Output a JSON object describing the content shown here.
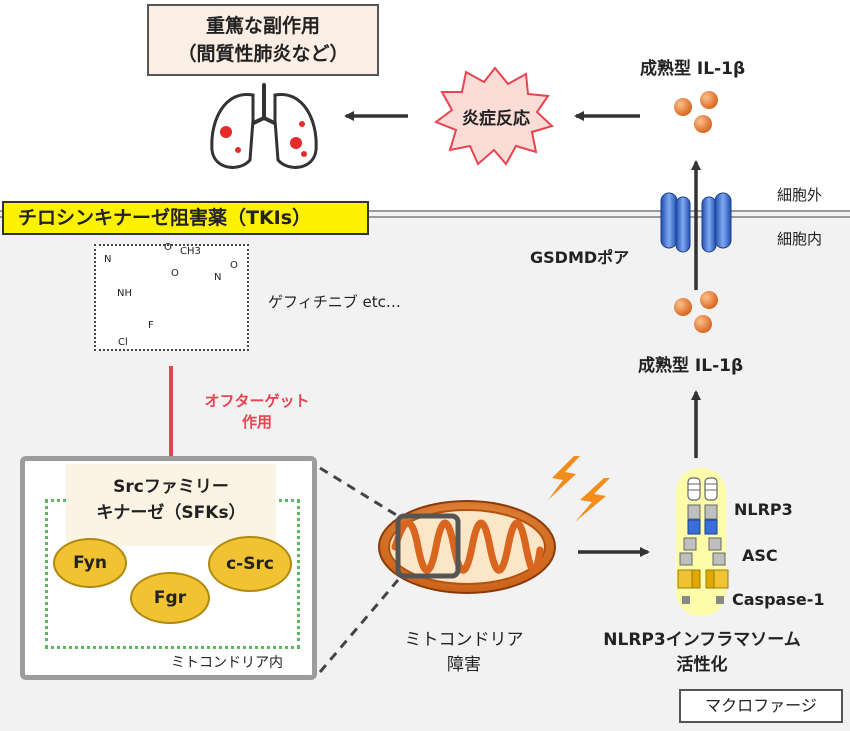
{
  "labels": {
    "side_effects_line1": "重篤な副作用",
    "side_effects_line2": "（間質性肺炎など）",
    "inflammation": "炎症反応",
    "mature_il1b_top": "成熟型 IL-1β",
    "extracellular": "細胞外",
    "intracellular": "細胞内",
    "tki": "チロシンキナーゼ阻害薬（TKIs）",
    "gsdmd_pore": "GSDMDポア",
    "gefitinib": "ゲフィチニブ etc…",
    "mature_il1b_bottom": "成熟型 IL-1β",
    "off_target_line1": "オフターゲット",
    "off_target_line2": "作用",
    "sfk_line1": "Srcファミリー",
    "sfk_line2": "キナーゼ（SFKs）",
    "fyn": "Fyn",
    "fgr": "Fgr",
    "csrc": "c-Src",
    "mito_inside": "ミトコンドリア内",
    "mito_damage_line1": "ミトコンドリア",
    "mito_damage_line2": "障害",
    "nlrp3": "NLRP3",
    "asc": "ASC",
    "caspase1": "Caspase-1",
    "inflammasome_line1": "NLRP3インフラマソーム",
    "inflammasome_line2": "活性化",
    "macrophage": "マクロファージ"
  },
  "chem_labels": {
    "methoxy": "O",
    "methyl": "CH3",
    "ether": "O",
    "amine": "NH",
    "n_ring": "N",
    "morph_o": "O",
    "morph_n": "N",
    "fluoro": "F",
    "chloro": "Cl"
  },
  "colors": {
    "tki_yellow": "#fff200",
    "off_target_red": "#e8434f",
    "kinase_gold": "#f1c232",
    "il1b_orange": "#e8772e",
    "pore_blue": "#3a6fd8",
    "mito_orange": "#d9661f",
    "lightning": "#f28c1b",
    "sfk_dotted_green": "#5cb85c"
  }
}
